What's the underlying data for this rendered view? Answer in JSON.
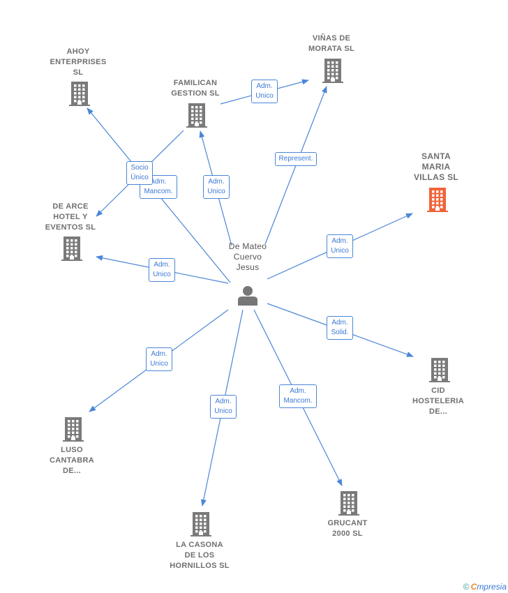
{
  "center": {
    "name": "De Mateo\nCuervo\nJesus",
    "icon": "person-icon"
  },
  "colors": {
    "edge": "#4a86d8",
    "building": "#7a7a7a",
    "highlight": "#f0643a"
  },
  "companies": [
    {
      "id": "ahoy",
      "name": "AHOY\nENTERPRISES\nSL",
      "icon": "building-icon"
    },
    {
      "id": "familican",
      "name": "FAMILICAN\nGESTION SL",
      "icon": "building-icon"
    },
    {
      "id": "vinas",
      "name": "VIÑAS DE\nMORATA SL",
      "icon": "building-icon"
    },
    {
      "id": "santa",
      "name": "SANTA\nMARIA\nVILLAS SL",
      "icon": "building-icon",
      "highlight": true
    },
    {
      "id": "dearce",
      "name": "DE ARCE\nHOTEL Y\nEVENTOS SL",
      "icon": "building-icon"
    },
    {
      "id": "cid",
      "name": "CID\nHOSTELERIA\nDE...",
      "icon": "building-icon"
    },
    {
      "id": "luso",
      "name": "LUSO\nCANTABRA\nDE...",
      "icon": "building-icon"
    },
    {
      "id": "casona",
      "name": "LA CASONA\nDE LOS\nHORNILLOS SL",
      "icon": "building-icon"
    },
    {
      "id": "grucant",
      "name": "GRUCANT\n2000 SL",
      "icon": "building-icon"
    }
  ],
  "edges": [
    {
      "from": "center",
      "to": "ahoy",
      "label": "Adm.\nMancom."
    },
    {
      "from": "center",
      "to": "familican",
      "label": "Adm.\nUnico"
    },
    {
      "from": "familican",
      "to": "vinas",
      "label": "Adm.\nUnico"
    },
    {
      "from": "familican",
      "to": "dearce",
      "label": "Socio\nÚnico"
    },
    {
      "from": "center",
      "to": "vinas",
      "label": "Represent."
    },
    {
      "from": "center",
      "to": "santa",
      "label": "Adm.\nUnico"
    },
    {
      "from": "center",
      "to": "dearce",
      "label": "Adm.\nUnico"
    },
    {
      "from": "center",
      "to": "cid",
      "label": "Adm.\nSolid."
    },
    {
      "from": "center",
      "to": "luso",
      "label": "Adm.\nUnico"
    },
    {
      "from": "center",
      "to": "casona",
      "label": "Adm.\nUnico"
    },
    {
      "from": "center",
      "to": "grucant",
      "label": "Adm.\nMancom."
    }
  ],
  "footer": {
    "copyright": "©",
    "brand_initial": "C",
    "brand_rest": "mpresia"
  }
}
